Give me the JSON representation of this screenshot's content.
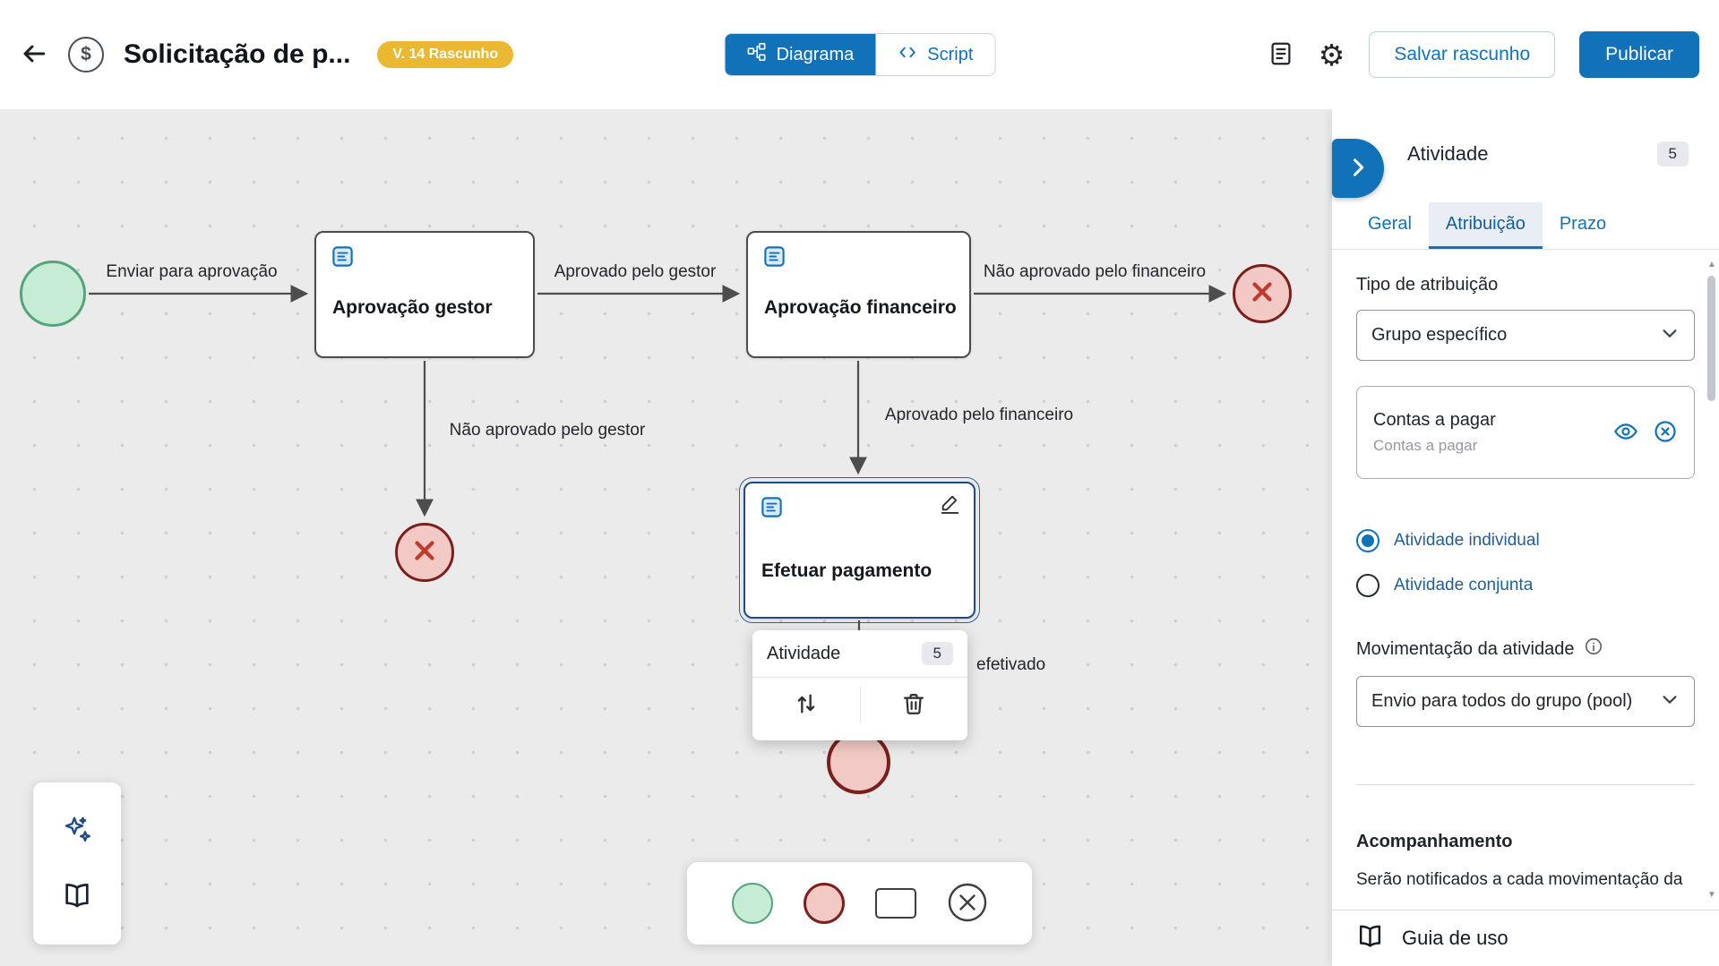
{
  "colors": {
    "primary_blue": "#1172ba",
    "version_badge_yellow": "#eab831",
    "start_event_green": "#c7ecd6",
    "end_event_pink": "#f2c9c5",
    "end_event_maroon": "#7c1f1c"
  },
  "header": {
    "title": "Solicitação de p...",
    "version_badge": "V. 14 Rascunho",
    "view_toggle": {
      "diagram": "Diagrama",
      "script": "Script"
    },
    "save_draft_label": "Salvar rascunho",
    "publish_label": "Publicar"
  },
  "canvas": {
    "nodes": {
      "task1": "Aprovação gestor",
      "task2": "Aprovação financeiro",
      "task3": "Efetuar pagamento"
    },
    "edge_labels": {
      "e1": "Enviar para aprovação",
      "e2": "Aprovado pelo gestor",
      "e3": "Não aprovado pelo financeiro",
      "e4": "Não aprovado pelo gestor",
      "e5": "Aprovado pelo financeiro",
      "e6": "efetivado"
    },
    "popup": {
      "title": "Atividade",
      "badge": "5"
    }
  },
  "panel": {
    "title": "Atividade",
    "badge": "5",
    "tabs": {
      "geral": "Geral",
      "atribuicao": "Atribuição",
      "prazo": "Prazo"
    },
    "assignment": {
      "label": "Tipo de atribuição",
      "value": "Grupo específico",
      "group_title": "Contas a pagar",
      "group_subtitle": "Contas a pagar"
    },
    "radios": {
      "individual": "Atividade individual",
      "conjunta": "Atividade conjunta"
    },
    "movement": {
      "label": "Movimentação da atividade",
      "value": "Envio para todos do grupo (pool)"
    },
    "tracking": {
      "title": "Acompanhamento",
      "text": "Serão notificados a cada movimentação da"
    },
    "guide_label": "Guia de uso"
  }
}
